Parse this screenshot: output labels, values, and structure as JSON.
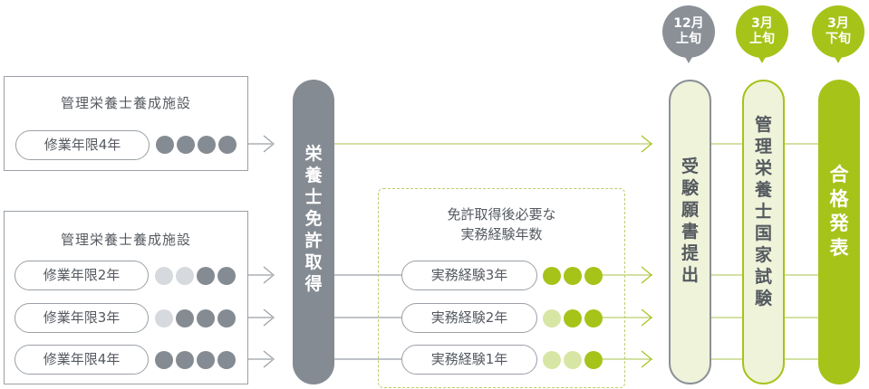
{
  "section_top": {
    "title": "管理栄養士養成施設",
    "course": "修業年限4年",
    "dots": [
      "dark",
      "dark",
      "dark",
      "dark"
    ]
  },
  "section_bottom": {
    "title": "管理栄養士養成施設",
    "courses": [
      {
        "label": "修業年限2年",
        "dots": [
          "light",
          "light",
          "dark",
          "dark"
        ]
      },
      {
        "label": "修業年限3年",
        "dots": [
          "light",
          "dark",
          "dark",
          "dark"
        ]
      },
      {
        "label": "修業年限4年",
        "dots": [
          "dark",
          "dark",
          "dark",
          "dark"
        ]
      }
    ]
  },
  "license_bar": {
    "text": "栄養士免許取得"
  },
  "experience": {
    "title_line1": "免許取得後必要な",
    "title_line2": "実務経験年数",
    "items": [
      {
        "label": "実務経験3年",
        "dots": [
          "dark",
          "dark",
          "dark"
        ]
      },
      {
        "label": "実務経験2年",
        "dots": [
          "light",
          "dark",
          "dark"
        ]
      },
      {
        "label": "実務経験1年",
        "dots": [
          "light",
          "light",
          "dark"
        ]
      }
    ]
  },
  "stages": [
    {
      "text": "受験願書提出",
      "bubble_line1": "12月",
      "bubble_line2": "上旬",
      "bubble_color": "#8b9097"
    },
    {
      "text": "管理栄養士国家試験",
      "bubble_line1": "3月",
      "bubble_line2": "上旬",
      "bubble_color": "#a6c31a"
    },
    {
      "text": "合格発表",
      "bubble_line1": "3月",
      "bubble_line2": "下旬",
      "bubble_color": "#a6c31a"
    }
  ],
  "colors": {
    "gray": "#858b93",
    "gray_light": "#d6d9dd",
    "green": "#a6c31a",
    "green_light": "#d8e6a5",
    "stage1_fill": "#eef3d9",
    "stage2_fill": "#eef3d9"
  }
}
